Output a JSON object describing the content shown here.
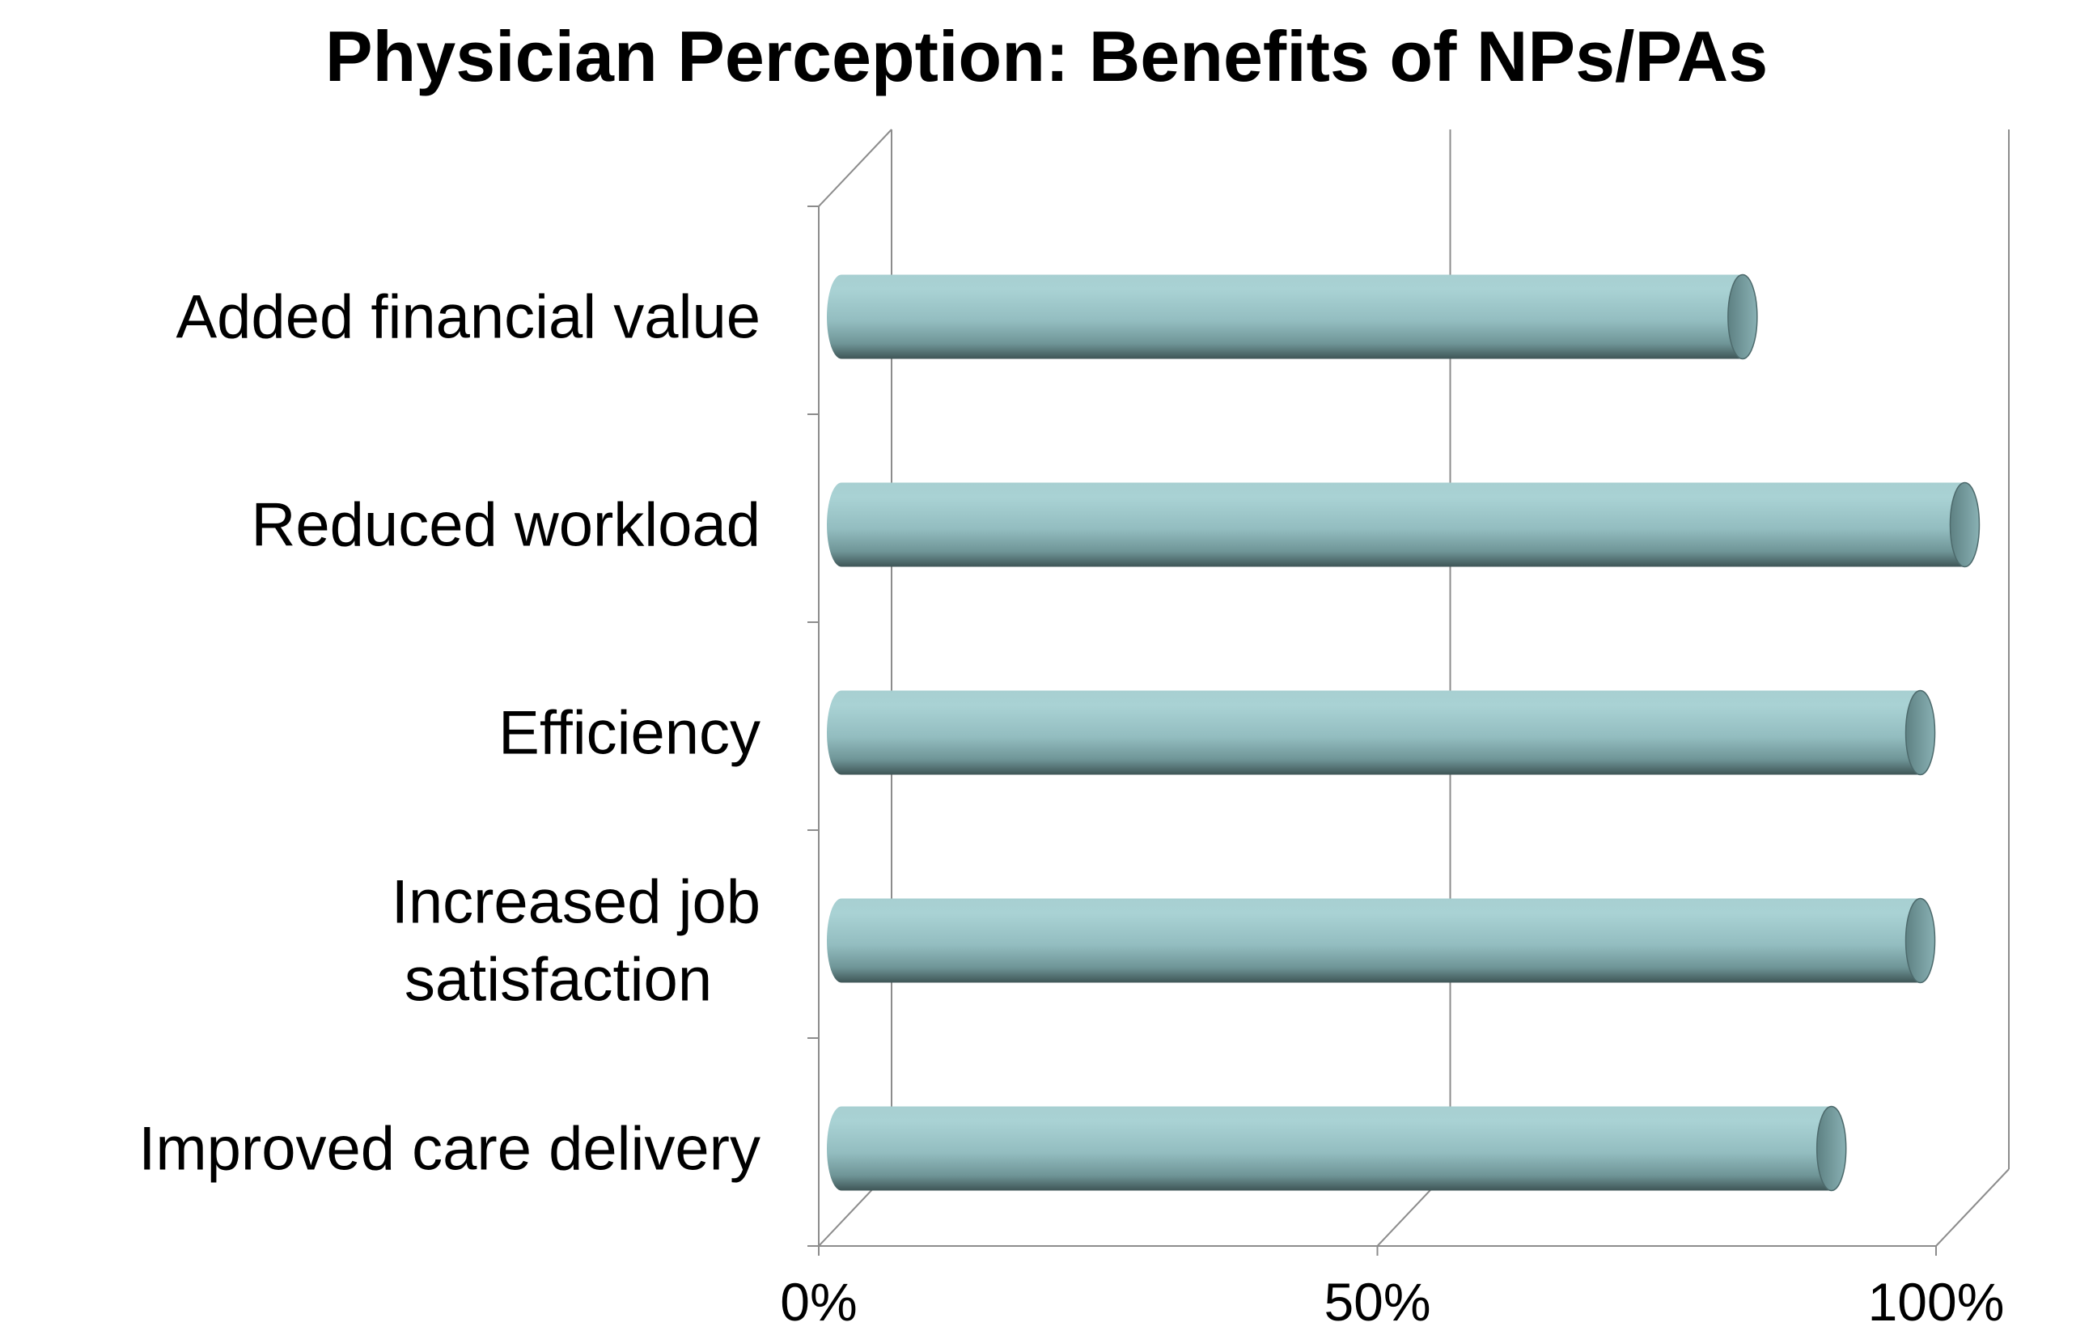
{
  "chart_data": {
    "type": "bar",
    "orientation": "horizontal",
    "style": "3d-cylinder",
    "title": "Physician Perception: Benefits of NPs/PAs",
    "xlabel": "",
    "ylabel": "",
    "categories": [
      [
        "Added financial value"
      ],
      [
        "Reduced workload"
      ],
      [
        "Efficiency"
      ],
      [
        "Increased job",
        "satisfaction"
      ],
      [
        "Improved care delivery"
      ]
    ],
    "values": [
      82,
      102,
      98,
      98,
      90
    ],
    "xlim": [
      0,
      100
    ],
    "xticks": [
      0,
      50,
      100
    ],
    "xtick_labels": [
      "0%",
      "50%",
      "100%"
    ],
    "grid": true,
    "legend": "none",
    "bar_color": "#9cc6c9",
    "bar_shadow_color": "#4d6a6c"
  }
}
